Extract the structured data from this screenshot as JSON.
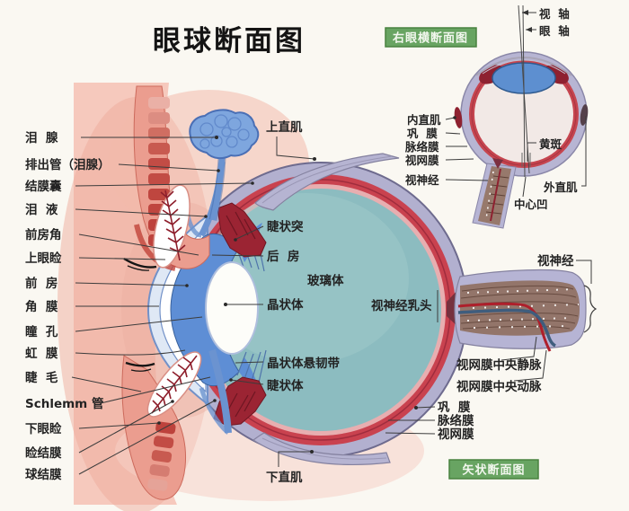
{
  "title": "眼球断面图",
  "tags": {
    "inset": "右眼横断面图",
    "sagittal": "矢状断面图"
  },
  "labels": {
    "lacrimal_gland": "泪  腺",
    "excretory_duct": "排出管（泪腺）",
    "conjunctival_sac": "结膜囊",
    "tear_fluid": "泪  液",
    "anterior_chamber_angle": "前房角",
    "upper_eyelid": "上眼睑",
    "anterior_chamber": "前  房",
    "cornea": "角  膜",
    "pupil": "瞳  孔",
    "iris": "虹  膜",
    "eyelash": "睫  毛",
    "schlemm_canal": "Schlemm 管",
    "lower_eyelid": "下眼睑",
    "palpebral_conjunctiva": "睑结膜",
    "bulbar_conjunctiva": "球结膜",
    "superior_rectus": "上直肌",
    "inferior_rectus": "下直肌",
    "ciliary_process": "睫状突",
    "posterior_chamber": "后  房",
    "vitreous_body": "玻璃体",
    "lens": "晶状体",
    "optic_papilla": "视神经乳头",
    "lens_zonule": "晶状体悬韧带",
    "ciliary_body": "睫状体",
    "optic_nerve": "视神经",
    "central_retinal_vein": "视网膜中央静脉",
    "central_retinal_artery": "视网膜中央动脉",
    "sclera": "巩  膜",
    "choroid": "脉络膜",
    "retina": "视网膜"
  },
  "inset": {
    "labels": {
      "visual_axis": "视  轴",
      "optical_axis": "眼  轴",
      "medial_rectus": "内直肌",
      "sclera": "巩  膜",
      "choroid": "脉络膜",
      "retina": "视网膜",
      "optic_nerve": "视神经",
      "macula": "黄斑",
      "lateral_rectus": "外直肌",
      "fovea": "中心凹"
    }
  },
  "colors": {
    "tag_green": "#68a462",
    "sclera_lavender": "#b2b0cf",
    "choroid_red": "#c9424f",
    "vitreous_teal": "#8cbcc0",
    "anterior_blue": "#5e8ed5",
    "ciliary_dark_red": "#9b2433",
    "artery_red": "#ae1f2b",
    "vein_blue": "#3f5d7d",
    "gland_blue": "#7ea6de"
  }
}
